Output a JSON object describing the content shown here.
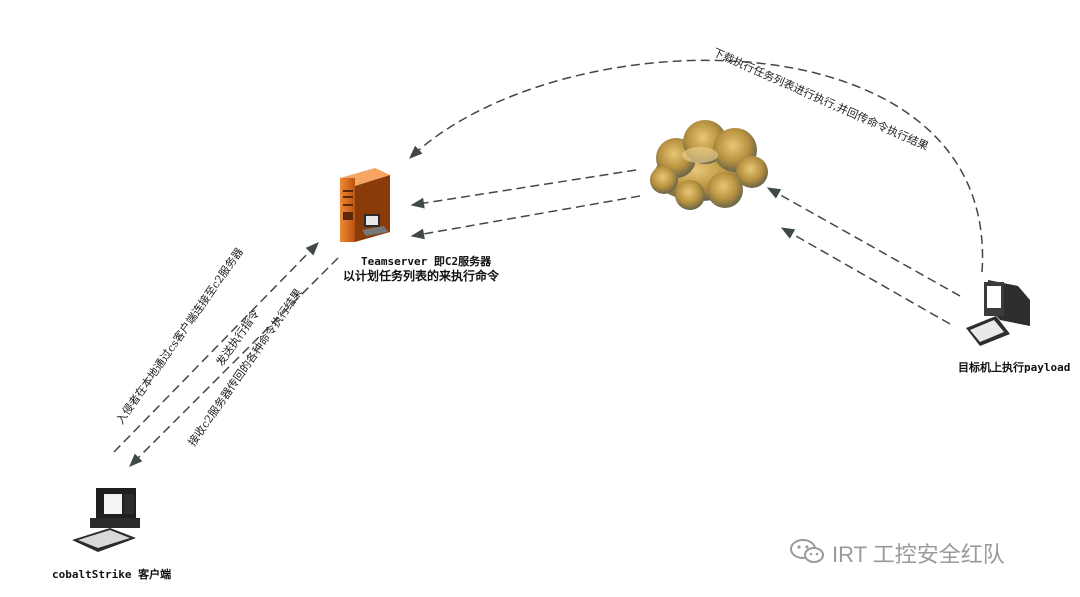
{
  "nodes": {
    "teamserver": {
      "title": "Teamserver 即C2服务器",
      "desc": "以计划任务列表的来执行命令"
    },
    "target": {
      "label": "目标机上执行payload"
    },
    "client": {
      "label": "cobaltStrike 客户端"
    }
  },
  "arrows": {
    "top_arc": "下载执行任务列表进行执行,并回传命令执行结果",
    "client_to_server": "入侵者在本地通过cs客户端连接至c2服务器",
    "client_to_server_2": "发送执行指令",
    "server_to_client": "接收c2服务器传回的各种命令执行结果"
  },
  "watermark": {
    "text": "IRT 工控安全红队",
    "icon": "wechat-icon"
  },
  "colors": {
    "arrow": "#3f4a44",
    "server": "#e0701e",
    "cloud": "#c9a24a"
  }
}
